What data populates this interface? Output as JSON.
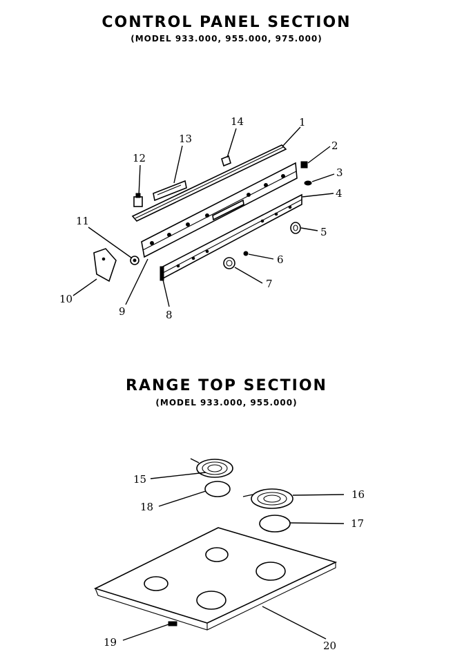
{
  "sections": [
    {
      "title": "CONTROL PANEL SECTION",
      "models": "(MODEL 933.000, 955.000, 975.000)"
    },
    {
      "title": "RANGE TOP SECTION",
      "models": "(MODEL 933.000, 955.000)"
    }
  ],
  "callouts": [
    "1",
    "2",
    "3",
    "4",
    "5",
    "6",
    "7",
    "8",
    "9",
    "10",
    "11",
    "12",
    "13",
    "14",
    "15",
    "16",
    "17",
    "18",
    "19",
    "20"
  ]
}
